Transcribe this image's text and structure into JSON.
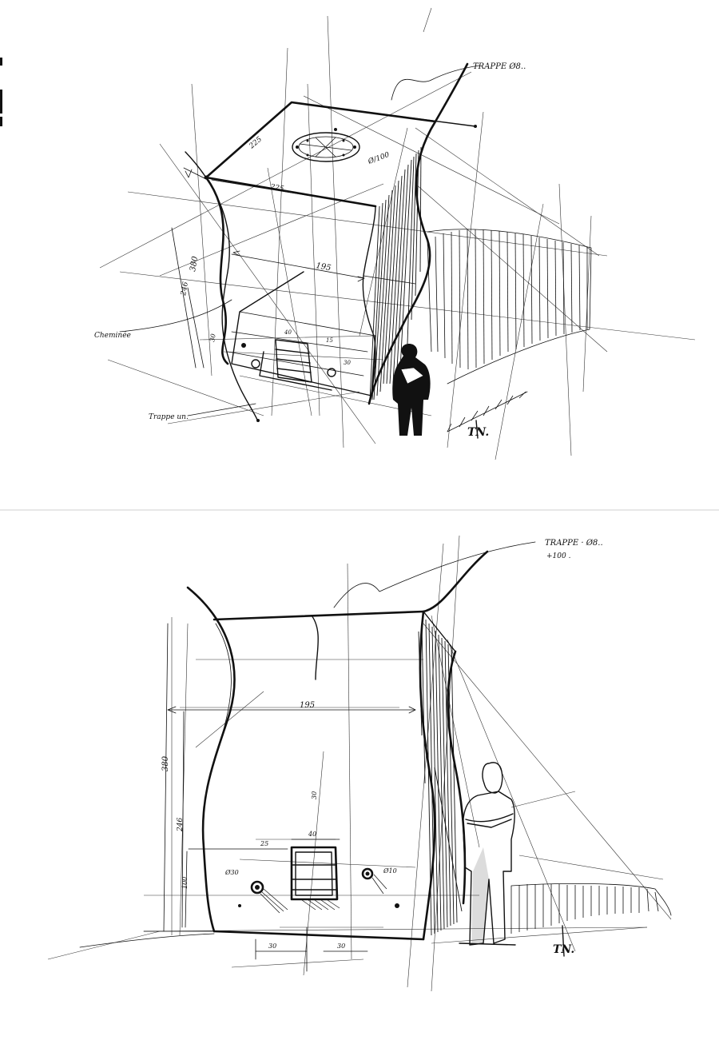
{
  "sketches": [
    {
      "id": "perspective",
      "annotations": {
        "pipe_note": "TRAPPE Ø8..",
        "width_top": "225",
        "depth_top": "225",
        "hatch_dim": "Ø/100",
        "mid_width": "195",
        "height_total": "380",
        "height_inner": "246",
        "height_low": "30",
        "side_label": "Cheminée",
        "floor_label": "Trappe un.",
        "small_dim_a": "40",
        "small_dim_b": "15",
        "small_dim_c": "30",
        "signature": "TN."
      }
    },
    {
      "id": "elevation",
      "annotations": {
        "pipe_note": "TRAPPE · Ø8..",
        "pipe_note_2": "+100 .",
        "mid_width": "195",
        "height_total": "380",
        "height_inner": "246",
        "height_low": "100",
        "window_width": "40",
        "window_offset": "25",
        "window_height": "30",
        "vent_left": "Ø30",
        "vent_right": "Ø10",
        "base_dim_a": "30",
        "base_dim_b": "30",
        "signature": "TN."
      }
    }
  ]
}
